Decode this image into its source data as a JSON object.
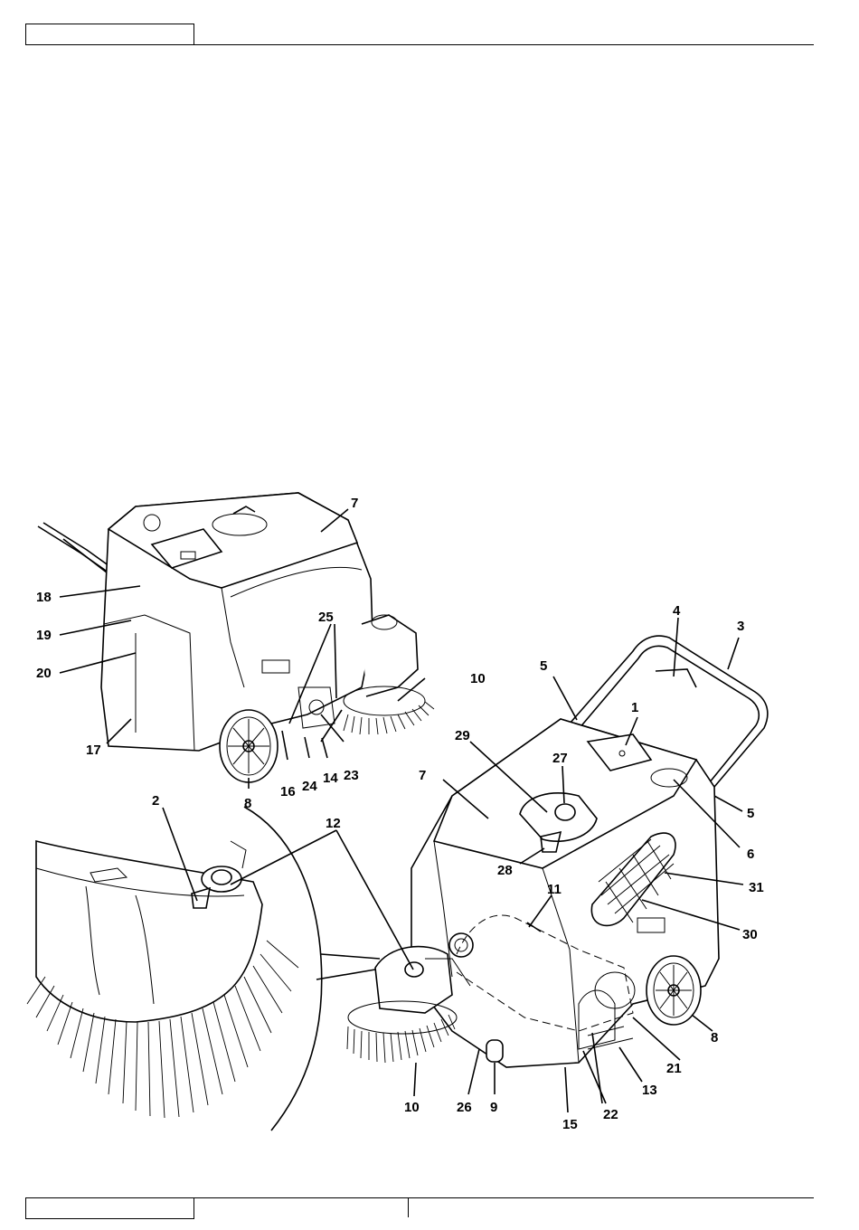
{
  "header": {
    "box_text": ""
  },
  "footer": {
    "box_text": "",
    "center_text": ""
  },
  "callouts": {
    "c1": "1",
    "c2": "2",
    "c3": "3",
    "c4": "4",
    "c5a": "5",
    "c5b": "5",
    "c6": "6",
    "c7a": "7",
    "c7b": "7",
    "c8a": "8",
    "c8b": "8",
    "c9": "9",
    "c10a": "10",
    "c10b": "10",
    "c11": "11",
    "c12": "12",
    "c13": "13",
    "c14": "14",
    "c15": "15",
    "c16": "16",
    "c17": "17",
    "c18": "18",
    "c19": "19",
    "c20": "20",
    "c21": "21",
    "c22": "22",
    "c23": "23",
    "c24": "24",
    "c25": "25",
    "c26": "26",
    "c27": "27",
    "c28": "28",
    "c29": "29",
    "c30": "30",
    "c31": "31"
  }
}
